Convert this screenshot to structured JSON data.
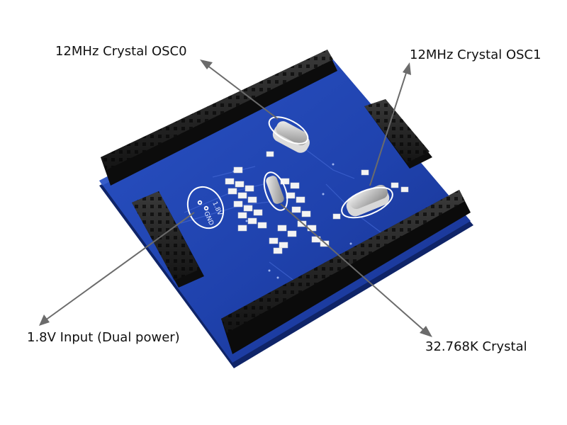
{
  "labels": {
    "osc0": "12MHz Crystal OSC0",
    "osc1": "12MHz Crystal OSC1",
    "power_input": "1.8V Input (Dual power)",
    "rtc_crystal": "32.768K  Crystal"
  },
  "silkscreen": {
    "v18": "1.8V",
    "gnd": "GND"
  },
  "colors": {
    "pcb": "#1f3fa8",
    "header": "#1c1c1c",
    "arrow": "#6b6b6b"
  }
}
